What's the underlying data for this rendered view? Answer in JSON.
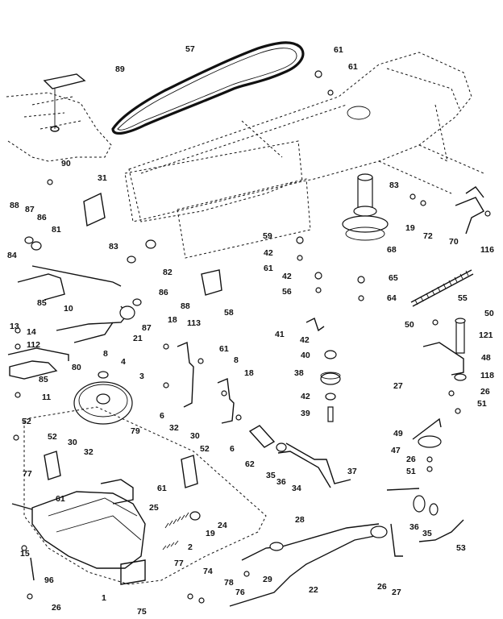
{
  "callouts": [
    {
      "n": "57"
    },
    {
      "n": "61"
    },
    {
      "n": "61"
    },
    {
      "n": "89"
    },
    {
      "n": "90"
    },
    {
      "n": "31"
    },
    {
      "n": "83"
    },
    {
      "n": "19"
    },
    {
      "n": "72"
    },
    {
      "n": "70"
    },
    {
      "n": "116"
    },
    {
      "n": "88"
    },
    {
      "n": "87"
    },
    {
      "n": "86"
    },
    {
      "n": "81"
    },
    {
      "n": "83"
    },
    {
      "n": "82"
    },
    {
      "n": "59"
    },
    {
      "n": "42"
    },
    {
      "n": "61"
    },
    {
      "n": "68"
    },
    {
      "n": "84"
    },
    {
      "n": "58"
    },
    {
      "n": "42"
    },
    {
      "n": "65"
    },
    {
      "n": "85"
    },
    {
      "n": "86"
    },
    {
      "n": "56"
    },
    {
      "n": "64"
    },
    {
      "n": "55"
    },
    {
      "n": "10"
    },
    {
      "n": "88"
    },
    {
      "n": "87"
    },
    {
      "n": "13"
    },
    {
      "n": "21"
    },
    {
      "n": "18"
    },
    {
      "n": "113"
    },
    {
      "n": "41"
    },
    {
      "n": "42"
    },
    {
      "n": "50"
    },
    {
      "n": "50"
    },
    {
      "n": "14"
    },
    {
      "n": "112"
    },
    {
      "n": "8"
    },
    {
      "n": "40"
    },
    {
      "n": "121"
    },
    {
      "n": "80"
    },
    {
      "n": "4"
    },
    {
      "n": "61"
    },
    {
      "n": "8"
    },
    {
      "n": "48"
    },
    {
      "n": "85"
    },
    {
      "n": "3"
    },
    {
      "n": "18"
    },
    {
      "n": "38"
    },
    {
      "n": "27"
    },
    {
      "n": "118"
    },
    {
      "n": "11"
    },
    {
      "n": "26"
    },
    {
      "n": "42"
    },
    {
      "n": "51"
    },
    {
      "n": "6"
    },
    {
      "n": "39"
    },
    {
      "n": "52"
    },
    {
      "n": "79"
    },
    {
      "n": "6"
    },
    {
      "n": "49"
    },
    {
      "n": "32"
    },
    {
      "n": "30"
    },
    {
      "n": "52"
    },
    {
      "n": "30"
    },
    {
      "n": "52"
    },
    {
      "n": "47"
    },
    {
      "n": "32"
    },
    {
      "n": "62"
    },
    {
      "n": "26"
    },
    {
      "n": "61"
    },
    {
      "n": "51"
    },
    {
      "n": "77"
    },
    {
      "n": "35"
    },
    {
      "n": "36"
    },
    {
      "n": "37"
    },
    {
      "n": "61"
    },
    {
      "n": "34"
    },
    {
      "n": "25"
    },
    {
      "n": "19"
    },
    {
      "n": "24"
    },
    {
      "n": "28"
    },
    {
      "n": "36"
    },
    {
      "n": "35"
    },
    {
      "n": "2"
    },
    {
      "n": "15"
    },
    {
      "n": "53"
    },
    {
      "n": "77"
    },
    {
      "n": "74"
    },
    {
      "n": "29"
    },
    {
      "n": "96"
    },
    {
      "n": "1"
    },
    {
      "n": "78"
    },
    {
      "n": "76"
    },
    {
      "n": "26"
    },
    {
      "n": "22"
    },
    {
      "n": "27"
    },
    {
      "n": "26"
    },
    {
      "n": "75"
    }
  ]
}
